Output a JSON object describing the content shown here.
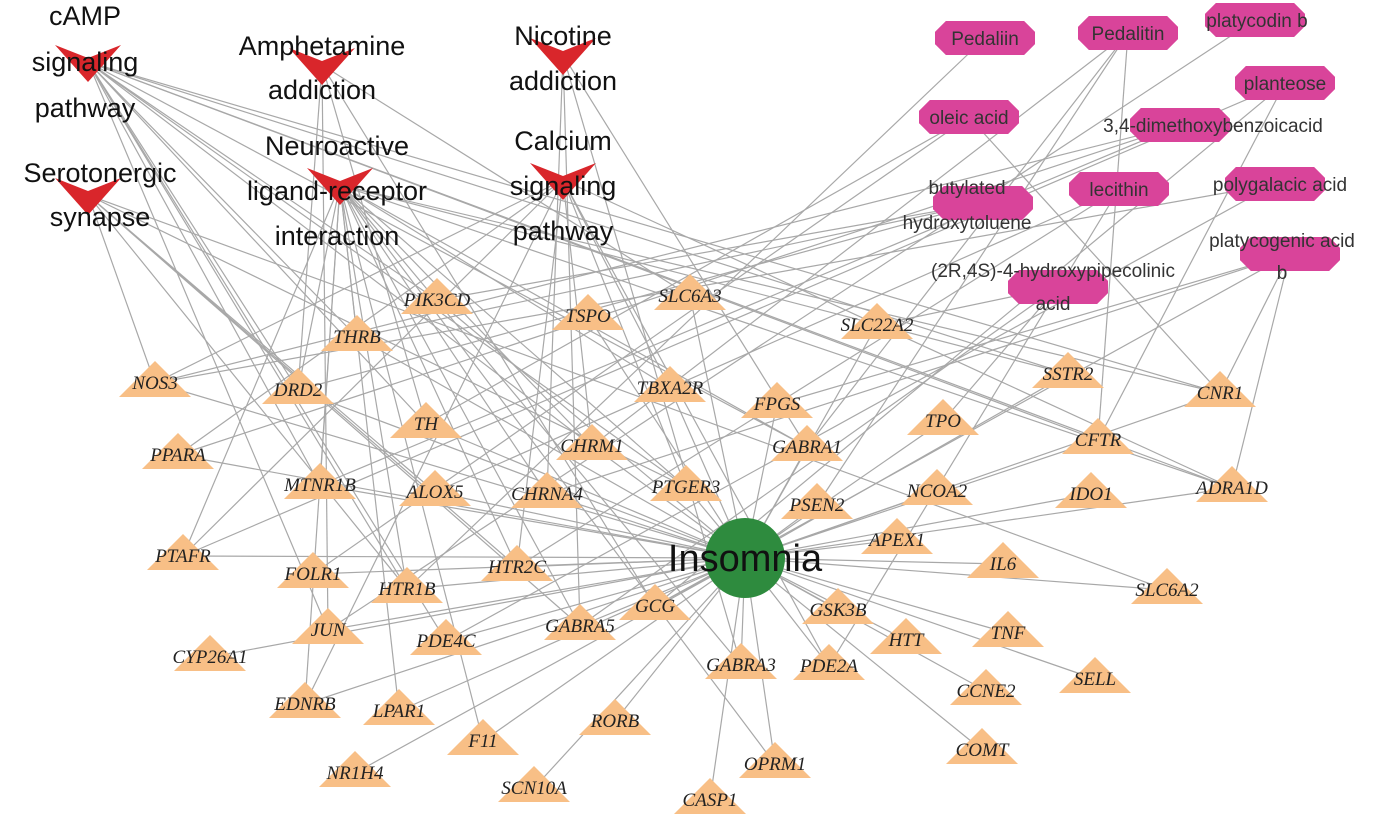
{
  "hub": {
    "id": "Insomnia",
    "label": "Insomnia",
    "color": "#2e8b3e"
  },
  "pathways": [
    {
      "id": "cAMP",
      "lines": [
        "cAMP",
        "signaling",
        "pathway"
      ]
    },
    {
      "id": "Serotonergic",
      "lines": [
        "Serotonergic",
        "synapse"
      ]
    },
    {
      "id": "Amphetamine",
      "lines": [
        "Amphetamine",
        "addiction"
      ]
    },
    {
      "id": "Neuroactive",
      "lines": [
        "Neuroactive",
        "ligand-receptor",
        "interaction"
      ]
    },
    {
      "id": "Nicotine",
      "lines": [
        "Nicotine",
        "addiction"
      ]
    },
    {
      "id": "Calcium",
      "lines": [
        "Calcium",
        "signaling",
        "pathway"
      ]
    }
  ],
  "compounds": [
    {
      "id": "Pedaliin",
      "lines": [
        "Pedaliin"
      ]
    },
    {
      "id": "Pedalitin",
      "lines": [
        "Pedalitin"
      ]
    },
    {
      "id": "platycodin",
      "lines": [
        "platycodin b"
      ]
    },
    {
      "id": "planteose",
      "lines": [
        "planteose"
      ]
    },
    {
      "id": "oleic",
      "lines": [
        "oleic acid"
      ]
    },
    {
      "id": "dmba",
      "lines": [
        "3,4-dimethoxybenzoicacid"
      ]
    },
    {
      "id": "bht",
      "lines": [
        "butylated",
        "hydroxytoluene"
      ]
    },
    {
      "id": "lecithin",
      "lines": [
        "lecithin"
      ]
    },
    {
      "id": "polygalacic",
      "lines": [
        "polygalacic acid"
      ]
    },
    {
      "id": "platycogenic",
      "lines": [
        "platycogenic acid",
        "b"
      ]
    },
    {
      "id": "hpa",
      "lines": [
        "(2R,4S)-4-hydroxypipecolinic",
        "acid"
      ]
    }
  ],
  "targets": [
    "PIK3CD",
    "TSPO",
    "SLC6A3",
    "THRB",
    "SLC22A2",
    "NOS3",
    "DRD2",
    "TBXA2R",
    "FPGS",
    "SSTR2",
    "CNR1",
    "TH",
    "TPO",
    "CHRM1",
    "GABRA1",
    "CFTR",
    "PPARA",
    "MTNR1B",
    "ALOX5",
    "CHRNA4",
    "PTGER3",
    "PSEN2",
    "NCOA2",
    "IDO1",
    "ADRA1D",
    "PTAFR",
    "APEX1",
    "FOLR1",
    "HTR1B",
    "HTR2C",
    "IL6",
    "SLC6A2",
    "GCG",
    "GSK3B",
    "JUN",
    "GABRA5",
    "PDE4C",
    "TNF",
    "HTT",
    "CYP26A1",
    "GABRA3",
    "PDE2A",
    "CCNE2",
    "SELL",
    "EDNRB",
    "LPAR1",
    "RORB",
    "F11",
    "COMT",
    "OPRM1",
    "NR1H4",
    "SCN10A",
    "CASP1"
  ],
  "edges": [
    [
      "cAMP",
      "PIK3CD"
    ],
    [
      "cAMP",
      "THRB"
    ],
    [
      "cAMP",
      "DRD2"
    ],
    [
      "cAMP",
      "MTNR1B"
    ],
    [
      "cAMP",
      "HTR1B"
    ],
    [
      "cAMP",
      "CHRM1"
    ],
    [
      "cAMP",
      "PTGER3"
    ],
    [
      "cAMP",
      "SSTR2"
    ],
    [
      "cAMP",
      "CFTR"
    ],
    [
      "cAMP",
      "ADRA1D"
    ],
    [
      "cAMP",
      "GABRA1"
    ],
    [
      "cAMP",
      "JUN"
    ],
    [
      "cAMP",
      "PDE4C"
    ],
    [
      "cAMP",
      "CNR1"
    ],
    [
      "cAMP",
      "TH"
    ],
    [
      "Serotonergic",
      "HTR1B"
    ],
    [
      "Serotonergic",
      "HTR2C"
    ],
    [
      "Serotonergic",
      "GABRA5"
    ],
    [
      "Serotonergic",
      "NOS3"
    ],
    [
      "Serotonergic",
      "PTGER3"
    ],
    [
      "Serotonergic",
      "SLC6A2"
    ],
    [
      "Serotonergic",
      "ALOX5"
    ],
    [
      "Amphetamine",
      "TH"
    ],
    [
      "Amphetamine",
      "DRD2"
    ],
    [
      "Amphetamine",
      "SLC6A3"
    ],
    [
      "Amphetamine",
      "GCG"
    ],
    [
      "Amphetamine",
      "JUN"
    ],
    [
      "Neuroactive",
      "THRB"
    ],
    [
      "Neuroactive",
      "DRD2"
    ],
    [
      "Neuroactive",
      "TBXA2R"
    ],
    [
      "Neuroactive",
      "SSTR2"
    ],
    [
      "Neuroactive",
      "CNR1"
    ],
    [
      "Neuroactive",
      "CHRM1"
    ],
    [
      "Neuroactive",
      "GABRA1"
    ],
    [
      "Neuroactive",
      "MTNR1B"
    ],
    [
      "Neuroactive",
      "CHRNA4"
    ],
    [
      "Neuroactive",
      "PTGER3"
    ],
    [
      "Neuroactive",
      "PTAFR"
    ],
    [
      "Neuroactive",
      "HTR1B"
    ],
    [
      "Neuroactive",
      "HTR2C"
    ],
    [
      "Neuroactive",
      "GABRA5"
    ],
    [
      "Neuroactive",
      "GABRA3"
    ],
    [
      "Neuroactive",
      "LPAR1"
    ],
    [
      "Neuroactive",
      "EDNRB"
    ],
    [
      "Neuroactive",
      "ADRA1D"
    ],
    [
      "Neuroactive",
      "OPRM1"
    ],
    [
      "Neuroactive",
      "F11"
    ],
    [
      "Nicotine",
      "CHRNA4"
    ],
    [
      "Nicotine",
      "GABRA1"
    ],
    [
      "Nicotine",
      "GABRA5"
    ],
    [
      "Nicotine",
      "GABRA3"
    ],
    [
      "Calcium",
      "TBXA2R"
    ],
    [
      "Calcium",
      "CHRM1"
    ],
    [
      "Calcium",
      "PTGER3"
    ],
    [
      "Calcium",
      "HTR2C"
    ],
    [
      "Calcium",
      "EDNRB"
    ],
    [
      "Calcium",
      "ADRA1D"
    ],
    [
      "Calcium",
      "PTAFR"
    ],
    [
      "Calcium",
      "PDE2A"
    ],
    [
      "Calcium",
      "NOS3"
    ],
    [
      "Calcium",
      "PPARA"
    ],
    [
      "Pedaliin",
      "HTR1B"
    ],
    [
      "Pedalitin",
      "CHRM1"
    ],
    [
      "Pedalitin",
      "GABRA1"
    ],
    [
      "Pedalitin",
      "CFTR"
    ],
    [
      "Pedalitin",
      "PSEN2"
    ],
    [
      "platycodin",
      "JUN"
    ],
    [
      "planteose",
      "PTAFR"
    ],
    [
      "planteose",
      "CFTR"
    ],
    [
      "planteose",
      "GCG"
    ],
    [
      "oleic",
      "CNR1"
    ],
    [
      "oleic",
      "FOLR1"
    ],
    [
      "oleic",
      "TH"
    ],
    [
      "dmba",
      "MTNR1B"
    ],
    [
      "dmba",
      "PPARA"
    ],
    [
      "dmba",
      "NOS3"
    ],
    [
      "bht",
      "THRB"
    ],
    [
      "bht",
      "DRD2"
    ],
    [
      "bht",
      "PIK3CD"
    ],
    [
      "lecithin",
      "PDE2A"
    ],
    [
      "lecithin",
      "ALOX5"
    ],
    [
      "lecithin",
      "HTR2C"
    ],
    [
      "polygalacic",
      "PDE4C"
    ],
    [
      "polygalacic",
      "NOS3"
    ],
    [
      "platycogenic",
      "CNR1"
    ],
    [
      "platycogenic",
      "ADRA1D"
    ],
    [
      "platycogenic",
      "CHRNA4"
    ],
    [
      "platycogenic",
      "FPGS"
    ],
    [
      "platycogenic",
      "GCG"
    ],
    [
      "hpa",
      "TPO"
    ],
    [
      "hpa",
      "SLC22A2"
    ],
    [
      "hpa",
      "GABRA5"
    ]
  ]
}
